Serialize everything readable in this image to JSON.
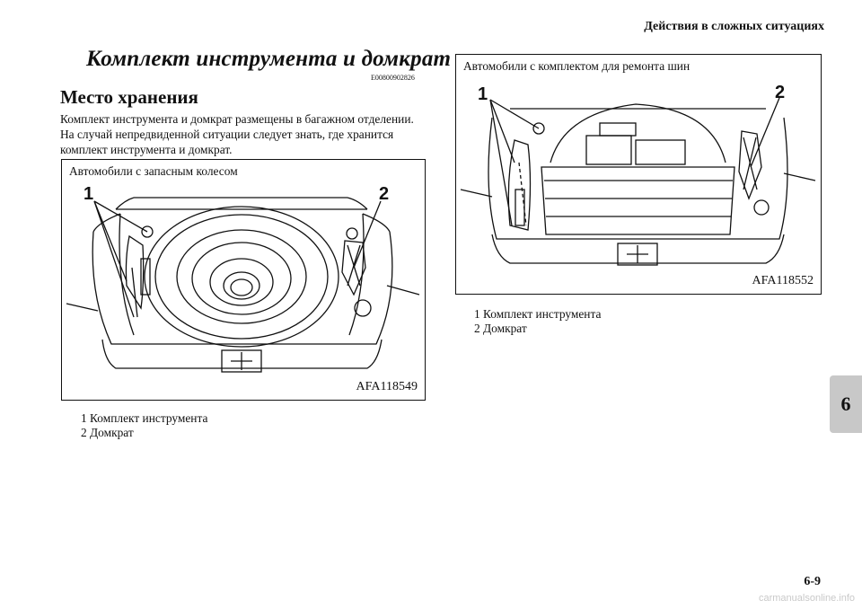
{
  "header": {
    "chapter_title": "Действия в сложных ситуациях"
  },
  "title": "Комплект инструмента и домкрат",
  "doc_code": "E00800902826",
  "section": {
    "title": "Место хранения",
    "body_lines": [
      "Комплект инструмента и домкрат размещены в багажном отделении.",
      "На случай непредвиденной ситуации следует знать, где хранится",
      "комплект инструмента и домкрат."
    ]
  },
  "figures": [
    {
      "caption": "Автомобили с запасным колесом",
      "code": "AFA118549",
      "callouts": [
        "1",
        "2"
      ],
      "legend": [
        "1  Комплект инструмента",
        "2  Домкрат"
      ]
    },
    {
      "caption": "Автомобили с комплектом для ремонта шин",
      "code": "AFA118552",
      "callouts": [
        "1",
        "2"
      ],
      "legend": [
        "1  Комплект инструмента",
        "2  Домкрат"
      ]
    }
  ],
  "chapter_tab": "6",
  "page_number": "6-9",
  "watermark": "carmanualsonline.info"
}
